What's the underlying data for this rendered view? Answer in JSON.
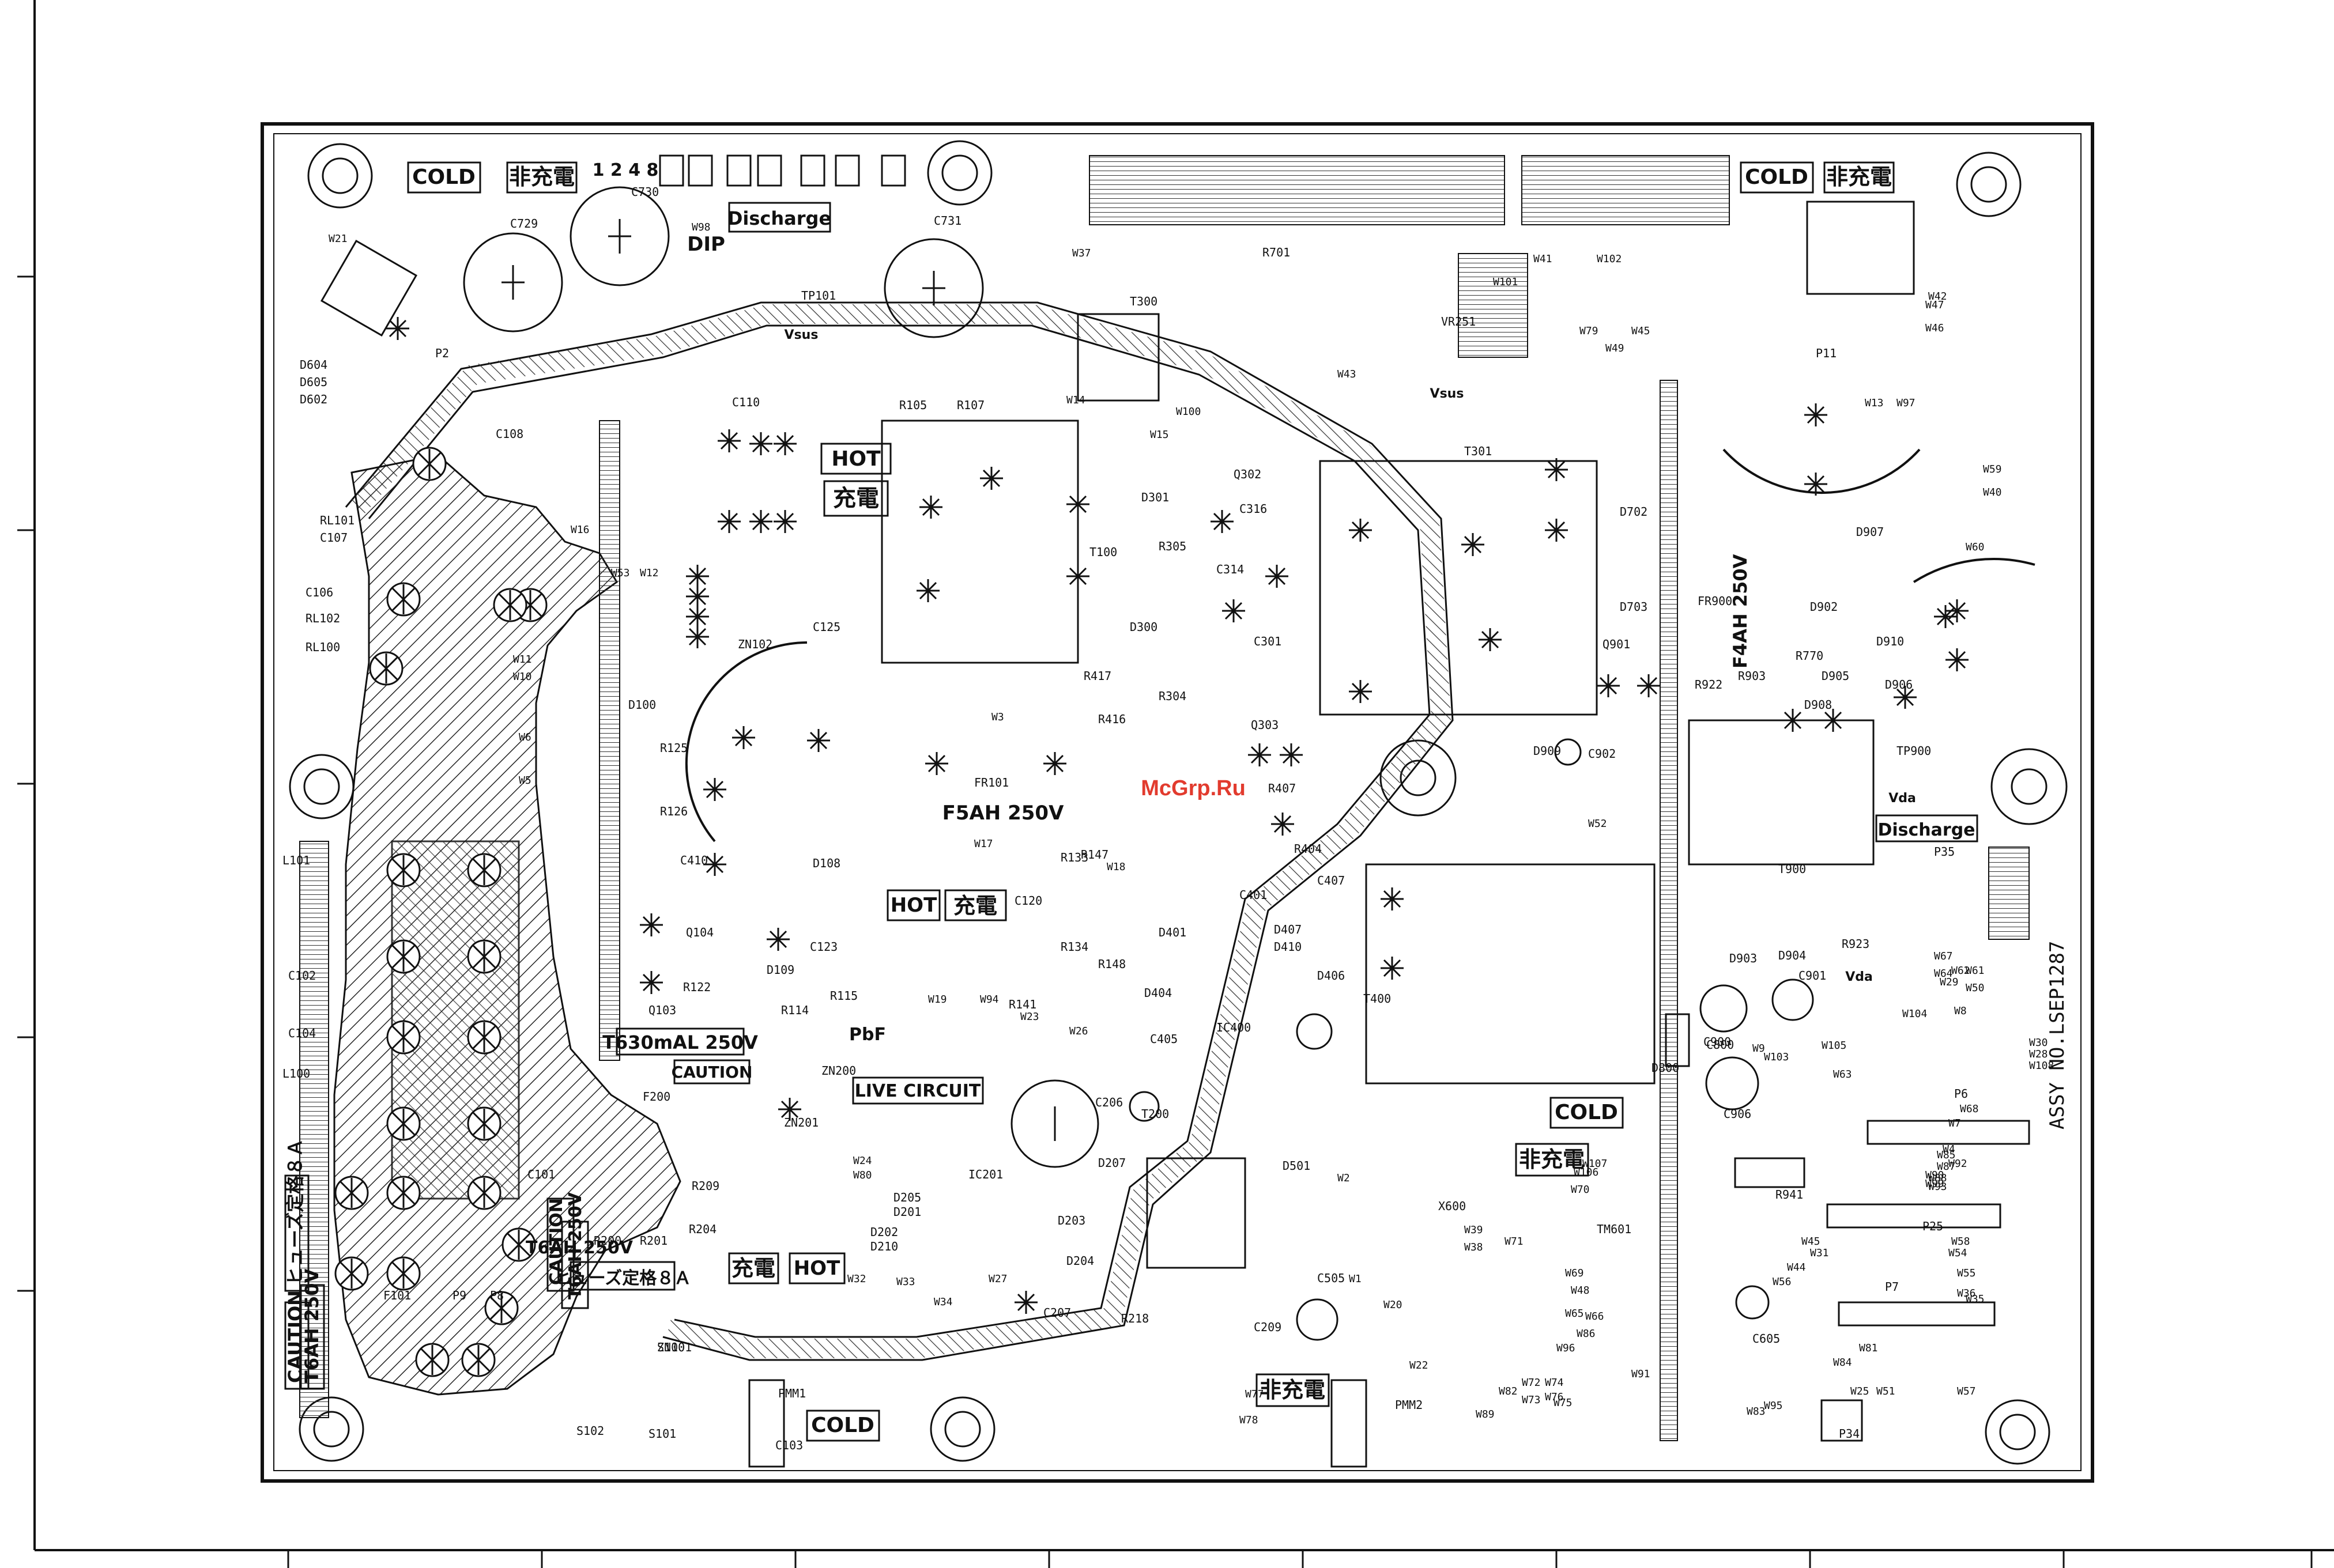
{
  "watermark": "McGrp.Ru",
  "assy_no": "ASSY NO.LSEP1287",
  "tags": {
    "cold_top_left": "COLD",
    "cold_top_right": "COLD",
    "cold_mid": "COLD",
    "cold_bottom": "COLD",
    "hikaden_top_left": "非充電",
    "hikaden_top_right": "非充電",
    "hikaden_mid": "非充電",
    "hikaden_bottom": "非充電",
    "hot_top": "HOT",
    "juden_top": "充電",
    "hot_mid": "HOT",
    "juden_mid": "充電",
    "hot_bottom": "HOT",
    "juden_bottom": "充電",
    "discharge_top": "Discharge",
    "discharge_right": "Discharge",
    "dip": "DIP",
    "numbers": "1 2 4 8",
    "live_circuit": "LIVE CIRCUIT",
    "caution_1": "CAUTION",
    "caution_2": "CAUTION",
    "caution_3": "CAUTION",
    "fuse_t630": "T630mAL 250V",
    "fuse_t6ah": "T6AH 250V",
    "fuse_t6ah_vertical": "T6AH 250V",
    "fuse_f5ah_center": "F5AH 250V",
    "fuse_f4ah": "F4AH 250V",
    "fuse_rating_1": "ヒューズ定格８Ａ",
    "fuse_rating_2": "ヒューズ定格８Ａ",
    "vsus_1": "Vsus",
    "vsus_2": "Vsus",
    "vda": "Vda",
    "vda_2": "Vda",
    "pbf": "PbF"
  },
  "components": {
    "transformers": [
      "T300",
      "T100",
      "T301",
      "T900",
      "T200",
      "T400"
    ],
    "ics": [
      "IC201",
      "IC400",
      "Q104",
      "Q103",
      "Q302",
      "Q303",
      "Q901"
    ],
    "connectors": [
      "P2",
      "P11",
      "P35",
      "P6",
      "P25",
      "P7",
      "P34",
      "P9",
      "P8"
    ],
    "pmm": [
      "PMM1",
      "PMM2"
    ],
    "caps": [
      "C729",
      "C730",
      "C731",
      "C902",
      "C901",
      "C900",
      "C906",
      "C800",
      "C206",
      "C207",
      "C209",
      "C505",
      "C605",
      "C405",
      "C410",
      "C120",
      "C123",
      "C125",
      "C301",
      "C314",
      "C316",
      "C401",
      "C407",
      "C102",
      "C104",
      "C101",
      "C103",
      "C106",
      "C107",
      "C108",
      "C110"
    ],
    "resistors": [
      "R701",
      "R105",
      "R107",
      "R417",
      "R416",
      "R407",
      "R404",
      "R147",
      "R133",
      "R134",
      "R148",
      "R122",
      "R115",
      "R114",
      "R125",
      "R126",
      "R200",
      "R201",
      "R204",
      "R209",
      "R218",
      "R141",
      "R941",
      "R923",
      "R922",
      "R903",
      "R770",
      "R304",
      "R305"
    ],
    "diodes": [
      "D604",
      "D605",
      "D602",
      "D100",
      "D108",
      "D109",
      "D203",
      "D204",
      "D202",
      "D210",
      "D205",
      "D201",
      "D207",
      "D501",
      "D401",
      "D407",
      "D410",
      "D406",
      "D404",
      "D300",
      "D301",
      "D702",
      "D703",
      "D907",
      "D902",
      "D905",
      "D906",
      "D903",
      "D904",
      "D909",
      "D910",
      "D908",
      "D800"
    ],
    "inductors": [
      "L101",
      "L100",
      "F101",
      "F200",
      "S101",
      "S102",
      "S100",
      "FR101",
      "RL101",
      "RL100",
      "RL102",
      "FR900",
      "TP900",
      "TP101",
      "VR251",
      "X600",
      "ZN101",
      "ZN102",
      "ZN200",
      "ZN201",
      "TM601"
    ]
  },
  "wire_labels": [
    "W21",
    "W98",
    "W37",
    "W41",
    "W102",
    "W101",
    "W42",
    "W47",
    "W46",
    "W79",
    "W45",
    "W49",
    "W43",
    "W100",
    "W15",
    "W14",
    "W13",
    "W97",
    "W59",
    "W40",
    "W60",
    "W16",
    "W53",
    "W12",
    "W11",
    "W10",
    "W6",
    "W5",
    "W3",
    "W18",
    "W17",
    "W19",
    "W94",
    "W23",
    "W26",
    "W24",
    "W80",
    "W32",
    "W34",
    "W27",
    "W33",
    "W1",
    "W2",
    "W22",
    "W20",
    "W38",
    "W39",
    "W71",
    "W72",
    "W73",
    "W74",
    "W75",
    "W76",
    "W77",
    "W78",
    "W82",
    "W86",
    "W89",
    "W96",
    "W91",
    "W95",
    "W81",
    "W84",
    "W83",
    "W85",
    "W87",
    "W88",
    "W93",
    "W92",
    "W90",
    "W99",
    "W104",
    "W105",
    "W103",
    "W63",
    "W67",
    "W64",
    "W29",
    "W30",
    "W28",
    "W108",
    "W106",
    "W107",
    "W70",
    "W44",
    "W45",
    "W31",
    "W56",
    "W58",
    "W54",
    "W55",
    "W36",
    "W35",
    "W57",
    "W25",
    "W51",
    "W52",
    "W65",
    "W66",
    "W69",
    "W48",
    "W61",
    "W62",
    "W50",
    "W68",
    "W7",
    "W4",
    "W8",
    "W9"
  ],
  "title_block": {
    "cells": [
      "",
      "",
      "",
      "",
      "",
      "",
      "",
      "",
      ""
    ]
  }
}
